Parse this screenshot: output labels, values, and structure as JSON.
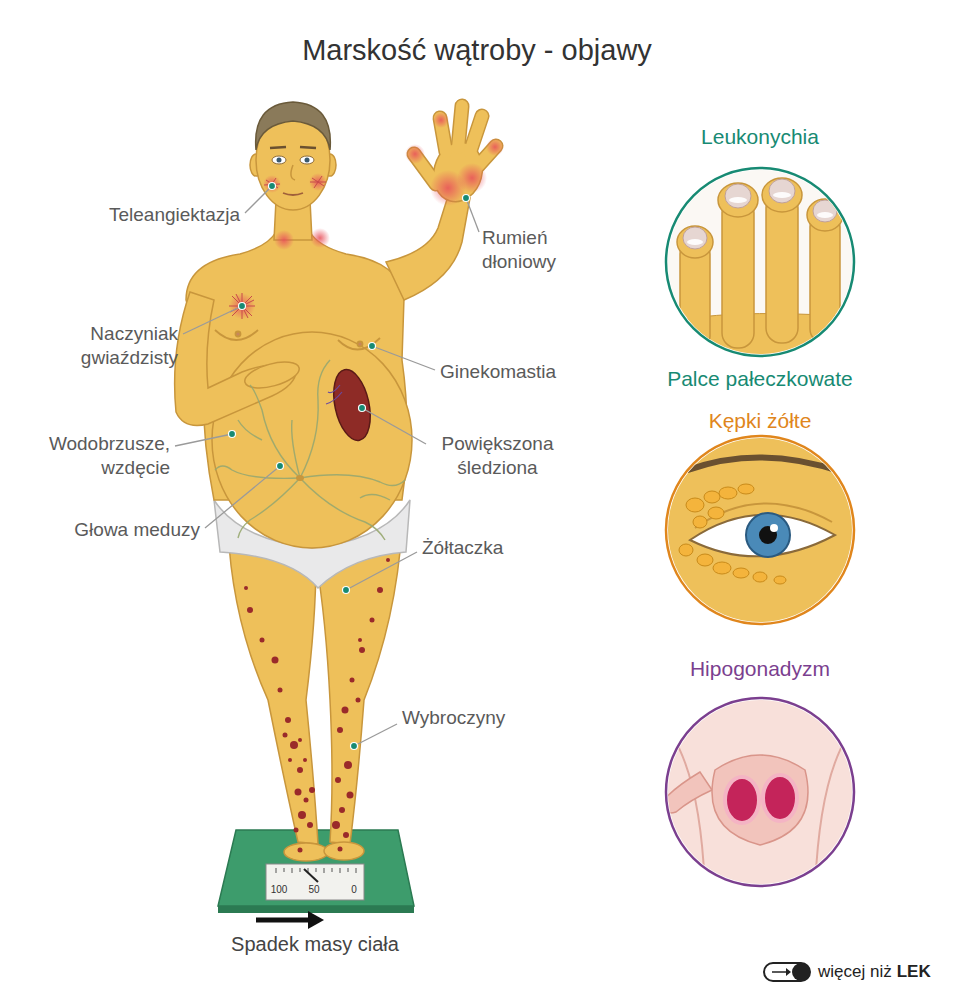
{
  "diagram": {
    "title": "Marskość wątroby - objawy",
    "nodes": [
      {
        "text": [
          "Leukonychia",
          "Palce pałeczkowate"
        ]
      },
      {
        "text": [
          "Kępki żółte"
        ]
      },
      {
        "text": [
          "Hipogonadyzm"
        ]
      }
    ],
    "labels": [
      "Teleangiektazja",
      "Rumień dłoniowy",
      "Naczyniak gwiaździsty",
      "Ginekomastia",
      "Wodobrzusze, wzdęcie",
      "Powiększona śledziona",
      "Głowa meduzy",
      "Żółtaczka",
      "Wybroczyny",
      "100",
      "50",
      "0",
      "Spadek masy ciała",
      "więcej niż",
      "LEK"
    ]
  }
}
